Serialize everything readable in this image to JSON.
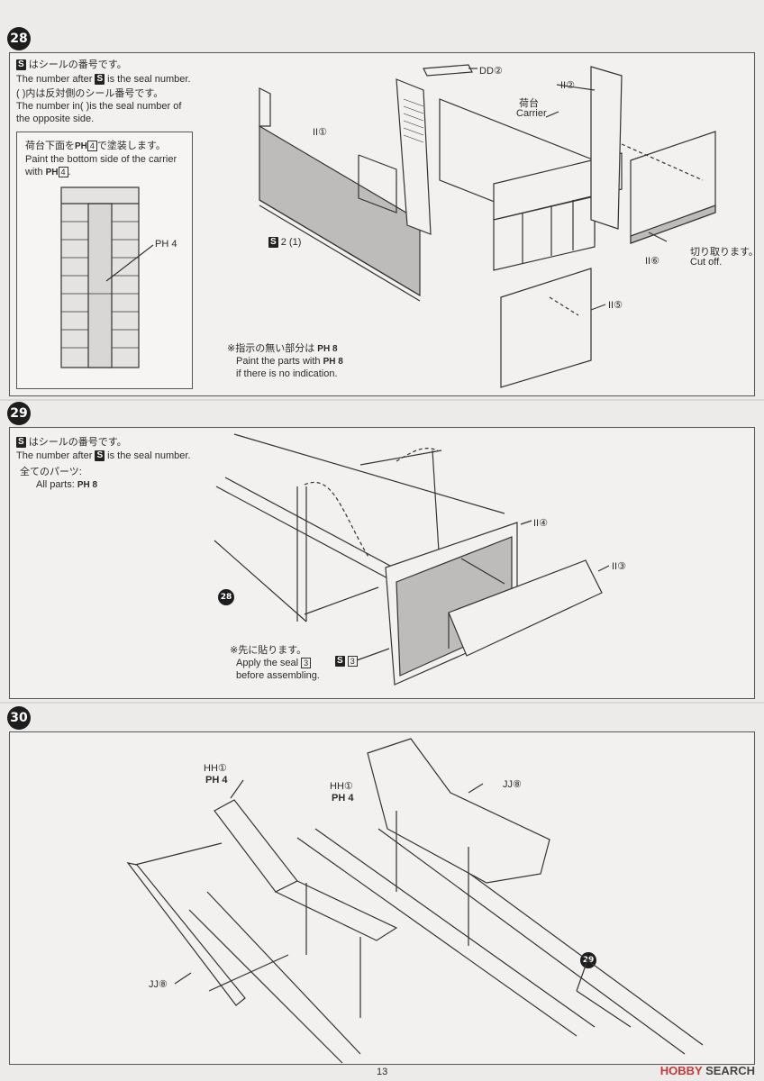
{
  "page_number": "13",
  "watermark": {
    "brand": "HOBBY",
    "suffix": "SEARCH"
  },
  "step28": {
    "number": "28",
    "seal_note_jp": "はシールの番号です。",
    "seal_note_en_pre": "The number after",
    "seal_note_en_post": "is the seal number.",
    "opposite_jp": "( )内は反対側のシール番号です。",
    "opposite_en1": "The number in( )is the seal number of",
    "opposite_en2": "the opposite side.",
    "seal_letter": "S",
    "inset_jp": "荷台下面を",
    "inset_paint": "PH",
    "inset_paint_num": "4",
    "inset_jp_post": "で塗装します。",
    "inset_en1": "Paint the bottom side of the carrier",
    "inset_en2": "with",
    "inset_label": "PH 4",
    "note_jp": "※指示の無い部分は",
    "note_paint": "PH 8",
    "note_en1": "Paint the parts with",
    "note_en2": "if there is no indication.",
    "parts": {
      "dd2": "DD②",
      "carrier_jp": "荷台",
      "carrier_en": "Carrier",
      "ii2": "II②",
      "ii1": "II①",
      "seal21": "2 (1)",
      "ii6": "II⑥",
      "ii5": "II⑤",
      "cut_jp": "切り取ります。",
      "cut_en": "Cut off."
    }
  },
  "step29": {
    "number": "29",
    "seal_note_jp": "はシールの番号です。",
    "seal_note_en_pre": "The number after",
    "seal_note_en_post": "is the seal number.",
    "all_jp": "全てのパーツ:",
    "all_en": "All parts:",
    "all_paint": "PH 8",
    "apply_jp": "※先に貼ります。",
    "apply_en1": "Apply the seal",
    "apply_num": "3",
    "apply_en2": "before assembling.",
    "seal3": "3",
    "parts": {
      "ii4": "II④",
      "ii3": "II③",
      "ref28": "28"
    }
  },
  "step30": {
    "number": "30",
    "parts": {
      "hh1_left": "HH①",
      "ph4_left": "PH 4",
      "hh1_right": "HH①",
      "ph4_right": "PH 4",
      "jj8_right": "JJ⑧",
      "jj8_left": "JJ⑧",
      "ref29": "29"
    }
  }
}
